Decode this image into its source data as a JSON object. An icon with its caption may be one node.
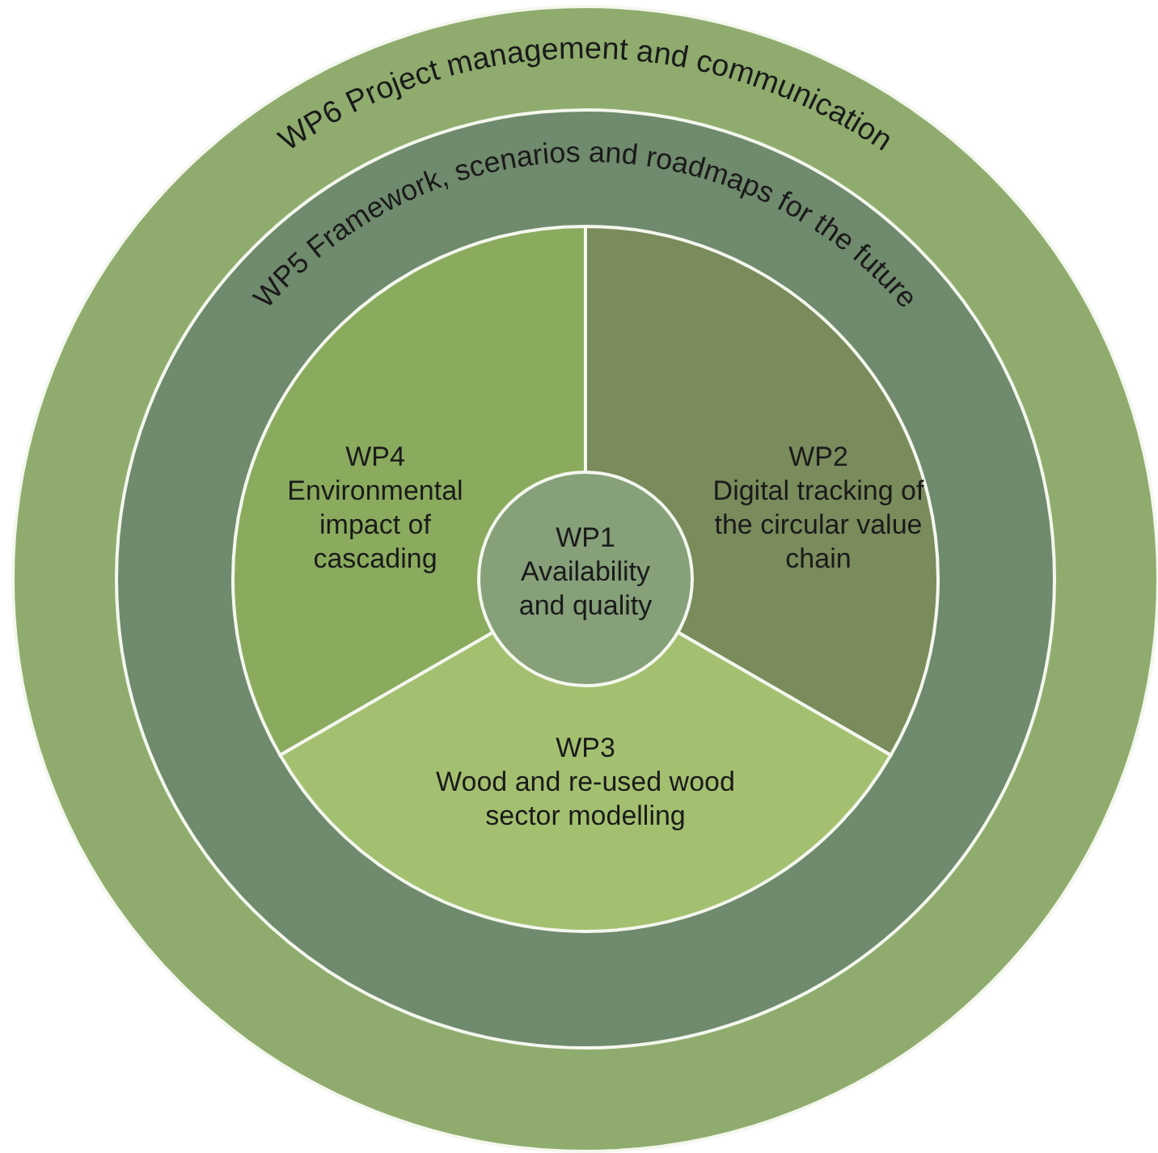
{
  "diagram": {
    "nodes": [
      {
        "text": [
          "WP6 Project management and communication"
        ]
      },
      {
        "text": [
          "WP5 Framework, scenarios and roadmaps for the future"
        ],
        "in": 0
      },
      {
        "text": [
          "WP4",
          "Environmental impact of cascading"
        ],
        "in": 1
      },
      {
        "text": [
          "WP2",
          "Digital tracking of the circular value chain"
        ],
        "in": 1
      },
      {
        "text": [
          "WP3",
          "Wood and re-used wood sector modelling"
        ],
        "in": 1
      },
      {
        "text": [
          "WP1",
          "Availability and quality"
        ],
        "in": 1
      }
    ]
  }
}
